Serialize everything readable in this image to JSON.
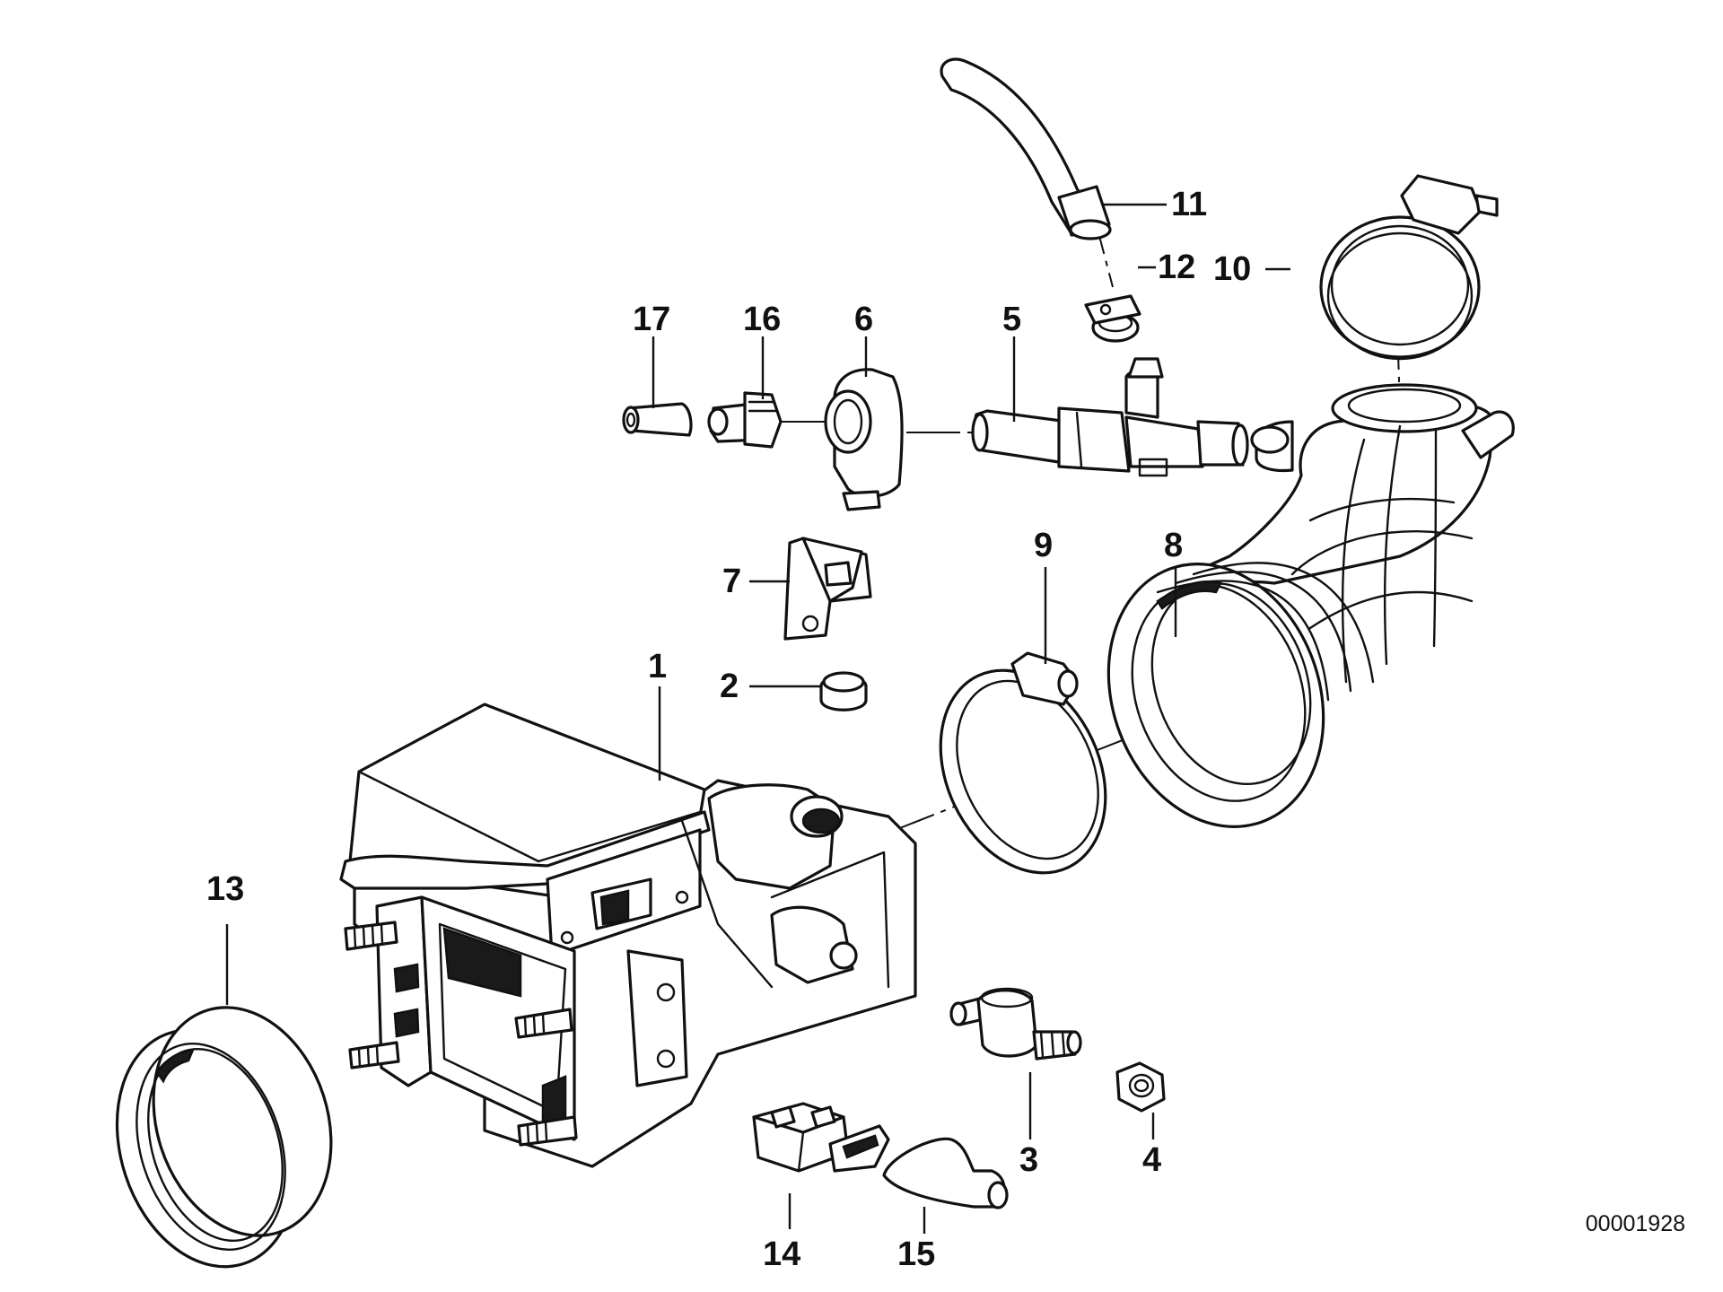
{
  "diagram": {
    "reference_code": "00001928",
    "callouts": {
      "c1": "1",
      "c2": "2",
      "c3": "3",
      "c4": "4",
      "c5": "5",
      "c6": "6",
      "c7": "7",
      "c8": "8",
      "c9": "9",
      "c10": "10",
      "c11": "11",
      "c12": "12",
      "c13": "13",
      "c14": "14",
      "c15": "15",
      "c16": "16",
      "c17": "17"
    }
  }
}
